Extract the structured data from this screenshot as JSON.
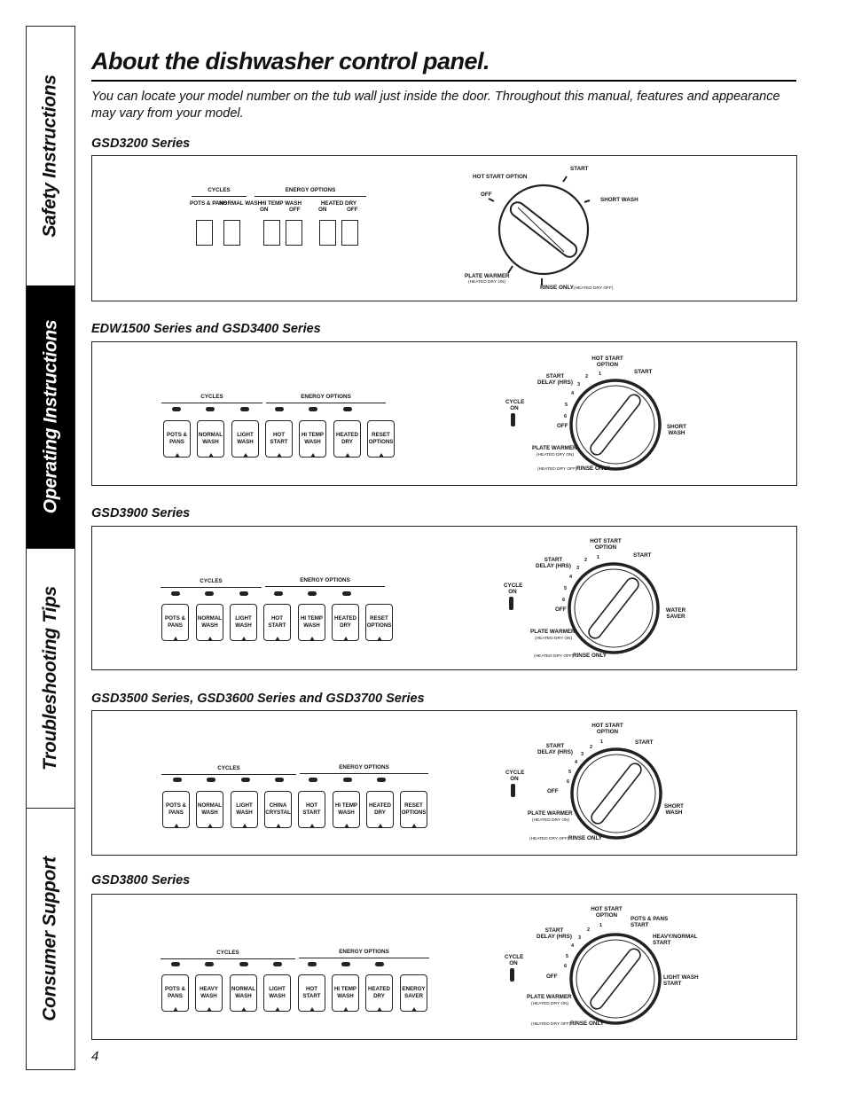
{
  "tabs": [
    "Safety Instructions",
    "Operating Instructions",
    "Troubleshooting Tips",
    "Consumer Support"
  ],
  "title": "About the dishwasher control panel.",
  "intro": "You can locate your model number on the tub wall just inside the door. Throughout this manual, features and appearance may vary from your model.",
  "page_number": "4",
  "labels": {
    "cycles": "CYCLES",
    "energy": "ENERGY OPTIONS",
    "cycle_on": "CYCLE ON",
    "hot_start_option": "HOT START OPTION",
    "start": "START",
    "start_delay": "START DELAY (HRS)",
    "off": "OFF",
    "plate_warmer": "PLATE WARMER",
    "heated_dry_on": "(HEATED DRY ON)",
    "heated_dry_off": "(HEATED DRY OFF)",
    "rinse_only": "RINSE ONLY",
    "short_wash": "SHORT WASH",
    "water_saver": "WATER SAVER",
    "pots_pans_start": "POTS & PANS START",
    "heavy_normal_start": "HEAVY/NORMAL START",
    "light_wash_start": "LIGHT WASH START"
  },
  "delay_numbers": [
    "1",
    "2",
    "3",
    "4",
    "5",
    "6"
  ],
  "gsd3200": {
    "title": "GSD3200 Series",
    "cycles": [
      "POTS & PANS",
      "NORMAL WASH"
    ],
    "energy": [
      {
        "label": "HI TEMP WASH",
        "on": "ON",
        "off": "OFF"
      },
      {
        "label": "HEATED DRY",
        "on": "ON",
        "off": "OFF"
      }
    ]
  },
  "edw1500": {
    "title": "EDW1500 Series and GSD3400 Series",
    "buttons": [
      "POTS & PANS",
      "NORMAL WASH",
      "LIGHT WASH",
      "HOT START",
      "HI TEMP WASH",
      "HEATED DRY",
      "RESET OPTIONS"
    ]
  },
  "gsd3900": {
    "title": "GSD3900 Series",
    "buttons": [
      "POTS & PANS",
      "NORMAL WASH",
      "LIGHT WASH",
      "HOT START",
      "HI TEMP WASH",
      "HEATED DRY",
      "RESET OPTIONS"
    ]
  },
  "gsd3500": {
    "title": "GSD3500 Series, GSD3600 Series and GSD3700 Series",
    "buttons": [
      "POTS & PANS",
      "NORMAL WASH",
      "LIGHT WASH",
      "CHINA CRYSTAL",
      "HOT START",
      "HI TEMP WASH",
      "HEATED DRY",
      "RESET OPTIONS"
    ]
  },
  "gsd3800": {
    "title": "GSD3800 Series",
    "buttons": [
      "POTS & PANS",
      "HEAVY WASH",
      "NORMAL WASH",
      "LIGHT WASH",
      "HOT START",
      "HI TEMP WASH",
      "HEATED DRY",
      "ENERGY SAVER"
    ]
  }
}
